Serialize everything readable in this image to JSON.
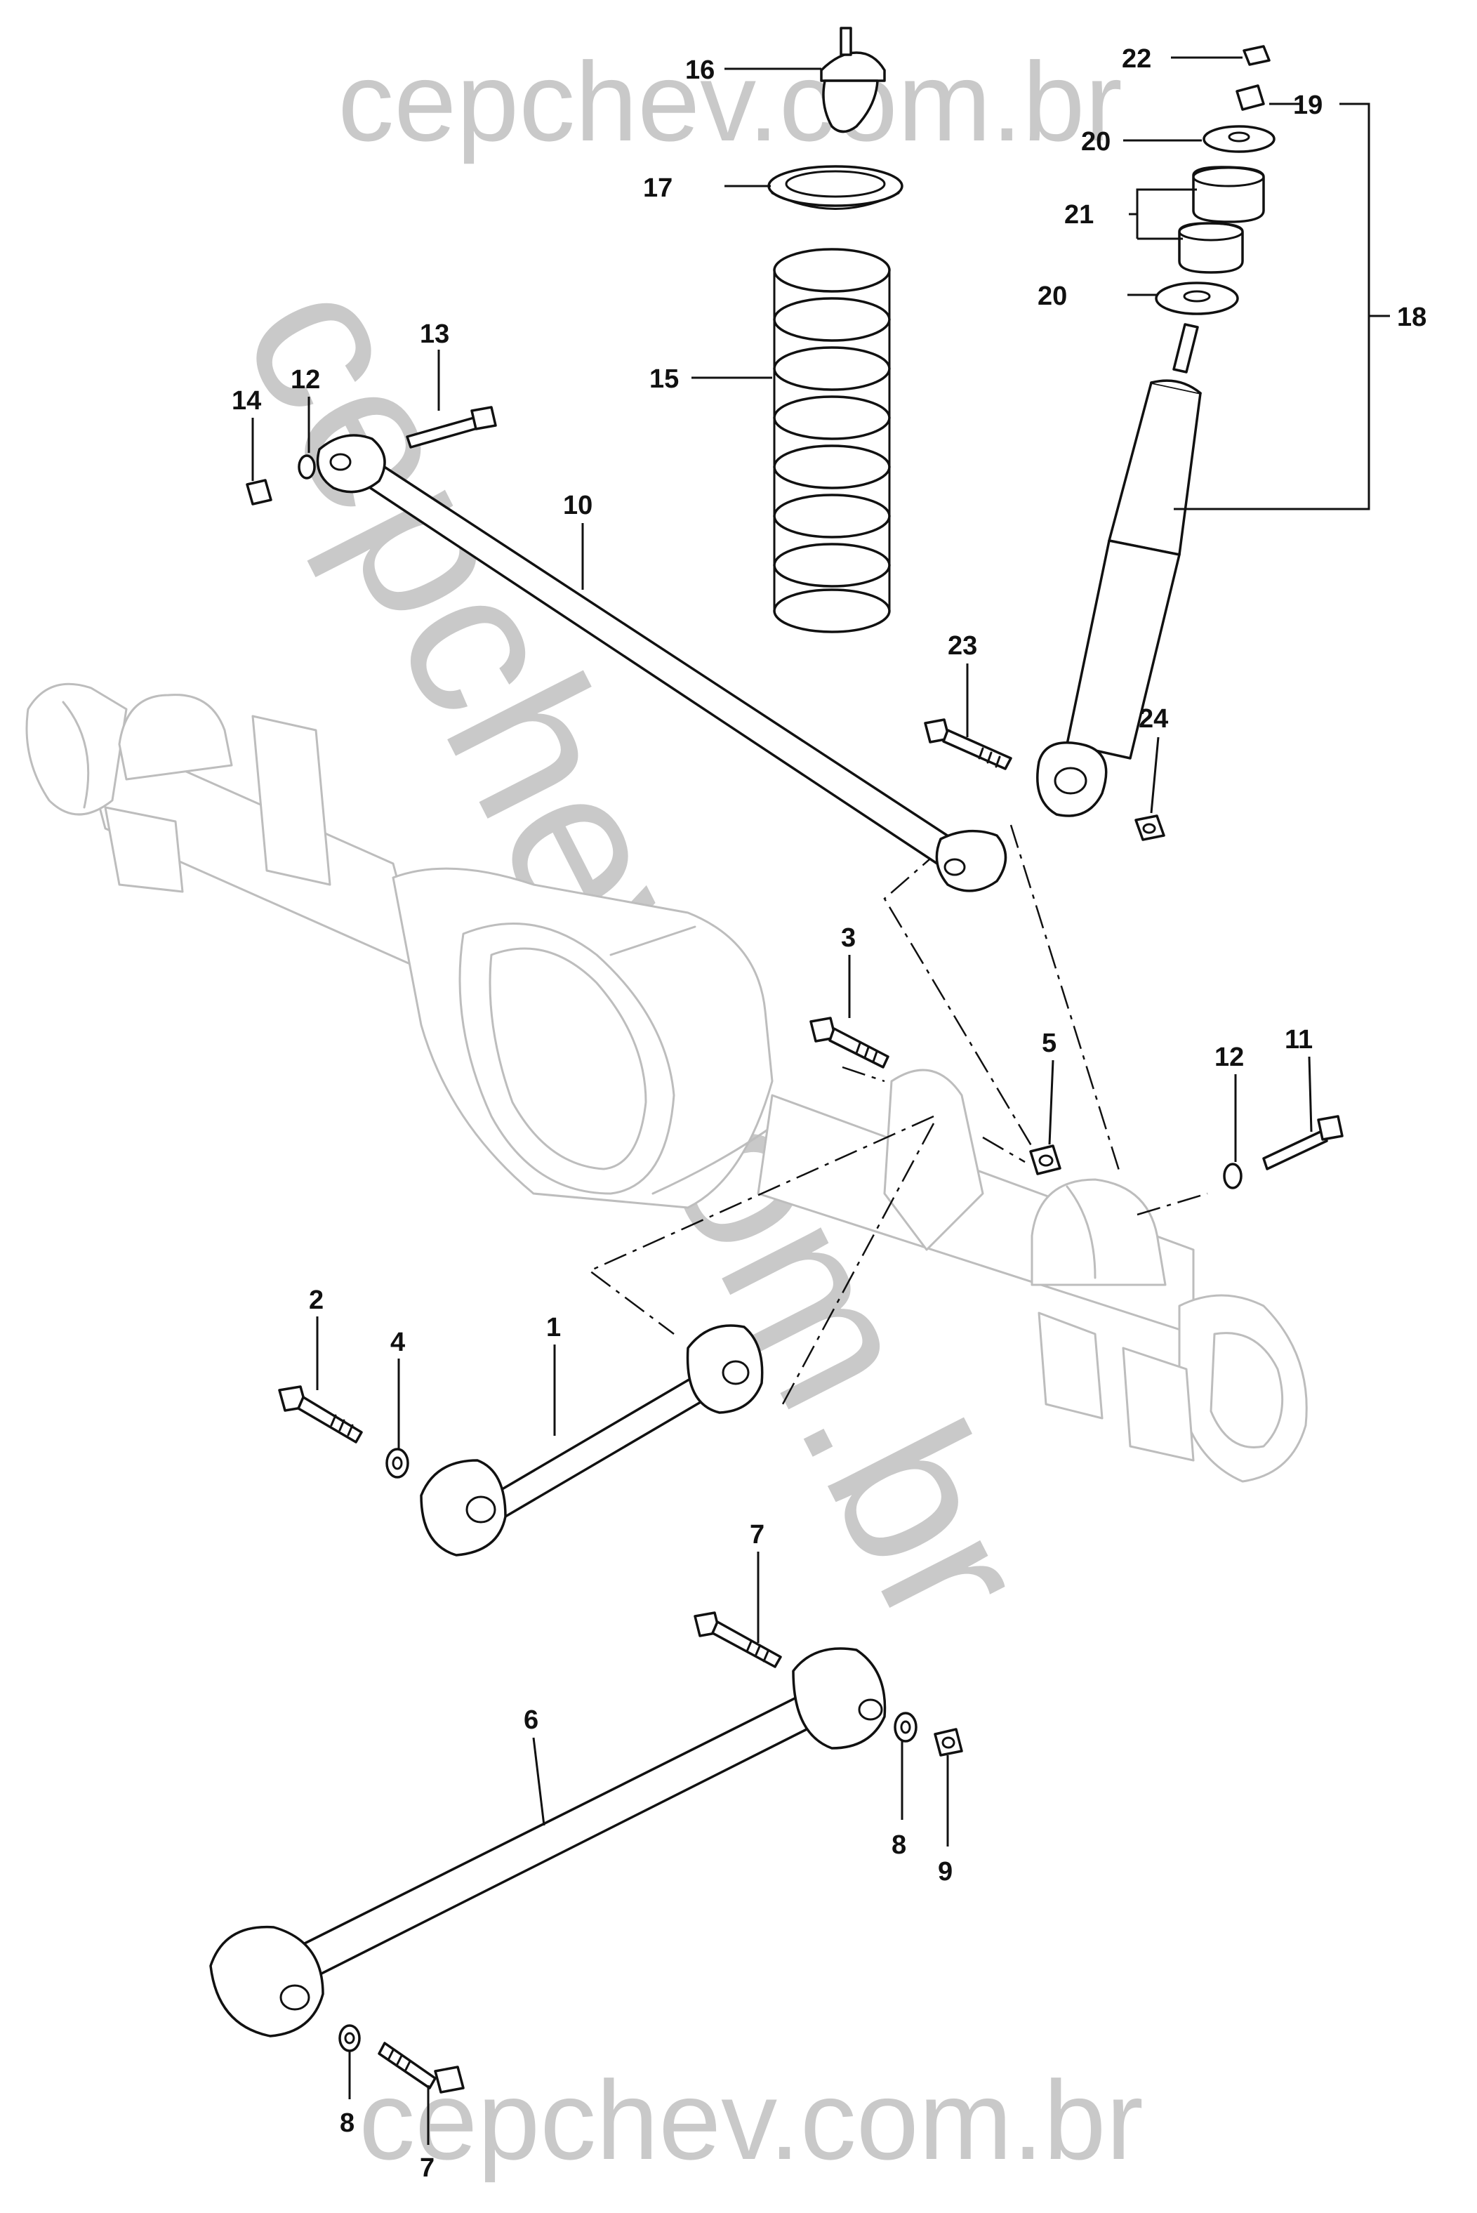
{
  "watermark": {
    "top": "cepchev.com.br",
    "diagonal": "cepchev.com.br",
    "bottom": "cepchev.com.br",
    "color": "#c9c9c9"
  },
  "callouts": {
    "c1": "1",
    "c2": "2",
    "c3": "3",
    "c4": "4",
    "c5": "5",
    "c6": "6",
    "c7a": "7",
    "c7b": "7",
    "c8a": "8",
    "c8b": "8",
    "c9": "9",
    "c10": "10",
    "c11": "11",
    "c12a": "12",
    "c12b": "12",
    "c13": "13",
    "c14": "14",
    "c15": "15",
    "c16": "16",
    "c17": "17",
    "c18": "18",
    "c19": "19",
    "c20a": "20",
    "c20b": "20",
    "c21": "21",
    "c22": "22",
    "c23": "23",
    "c24": "24"
  },
  "colors": {
    "line": "#111111",
    "axle": "#bdbdbd",
    "background": "#ffffff"
  }
}
